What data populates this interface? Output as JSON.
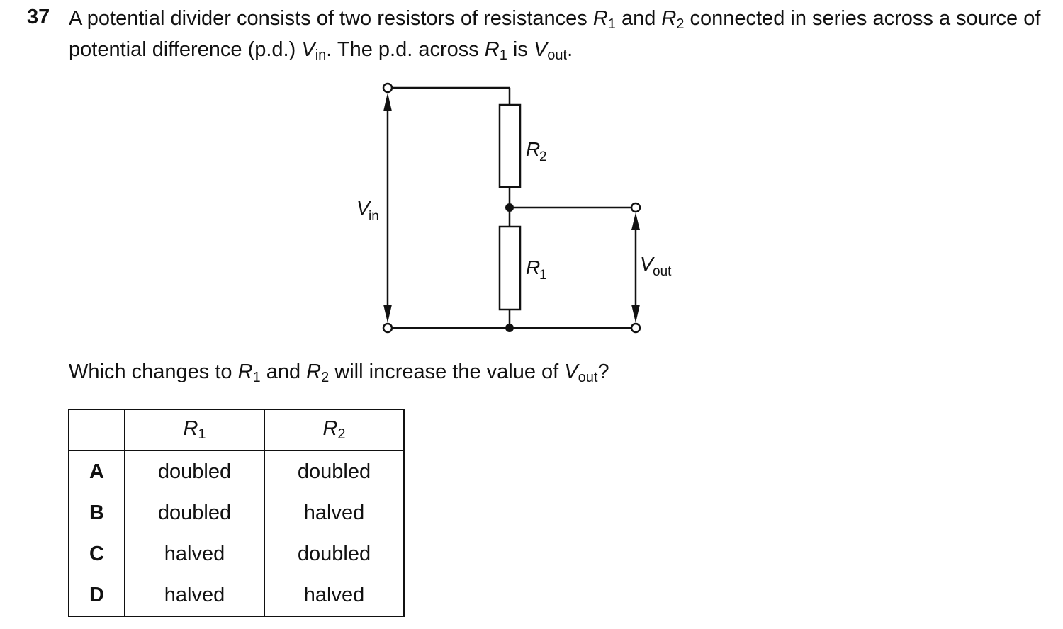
{
  "question": {
    "number": "37",
    "stem": {
      "t1": "A potential divider consists of two resistors of resistances ",
      "r1": "R",
      "r1_sub": "1",
      "t2": " and ",
      "r2": "R",
      "r2_sub": "2",
      "t3": " connected in series across a source of potential difference (p.d.) ",
      "vin": "V",
      "vin_sub": "in",
      "t4": ". The p.d. across ",
      "r1b": "R",
      "r1b_sub": "1",
      "t5": " is ",
      "vout": "V",
      "vout_sub": "out",
      "t6": "."
    },
    "prompt": {
      "t1": "Which changes to ",
      "r1": "R",
      "r1_sub": "1",
      "t2": " and ",
      "r2": "R",
      "r2_sub": "2",
      "t3": " will increase the value of ",
      "v": "V",
      "v_sub": "out",
      "t4": "?"
    }
  },
  "diagram": {
    "r2_label": "R",
    "r2_sub": "2",
    "r1_label": "R",
    "r1_sub": "1",
    "vin_label": "V",
    "vin_sub": "in",
    "vout_label": "V",
    "vout_sub": "out"
  },
  "table": {
    "headers": [
      {
        "main": "R",
        "sub": "1"
      },
      {
        "main": "R",
        "sub": "2"
      }
    ],
    "rows": [
      {
        "letter": "A",
        "r1": "doubled",
        "r2": "doubled"
      },
      {
        "letter": "B",
        "r1": "doubled",
        "r2": "halved"
      },
      {
        "letter": "C",
        "r1": "halved",
        "r2": "doubled"
      },
      {
        "letter": "D",
        "r1": "halved",
        "r2": "halved"
      }
    ]
  }
}
